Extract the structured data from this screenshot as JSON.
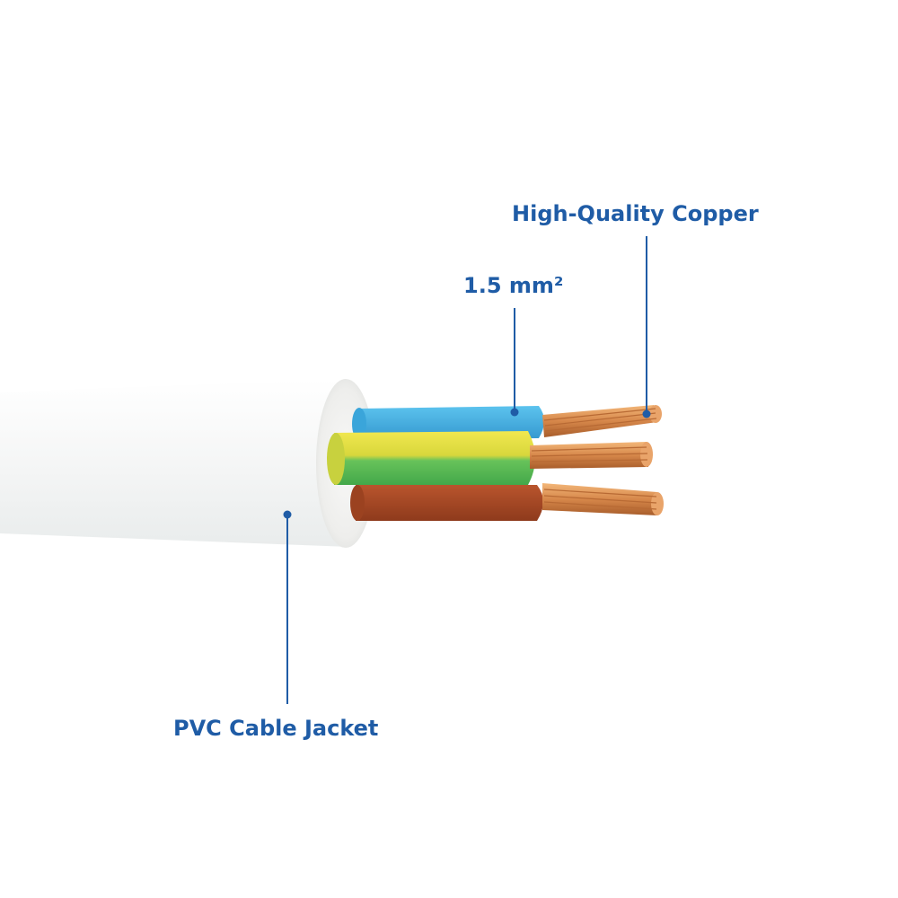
{
  "labels": {
    "copper": "High-Quality Copper",
    "cross_section": "1.5 mm²",
    "jacket": "PVC Cable Jacket"
  },
  "colors": {
    "label_text": "#1f5ca6",
    "leader_line": "#1f5ca6",
    "jacket": "#f7f8f8",
    "wire_blue": "#4cb3e2",
    "wire_yellow_green": "#e7de43",
    "wire_green": "#5dbf59",
    "wire_brown": "#a84a26",
    "copper": "#d88a4c"
  },
  "icons": {
    "cable": "cable-illustration",
    "wire_strands": "copper-strands-icon"
  }
}
